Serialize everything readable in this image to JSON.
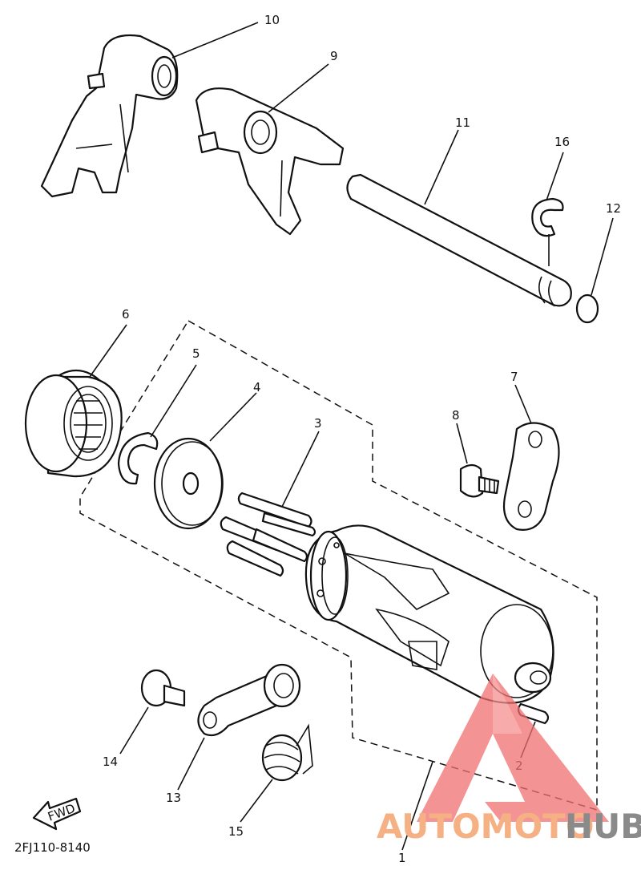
{
  "callouts": [
    {
      "id": "10",
      "label": "10"
    },
    {
      "id": "9",
      "label": "9"
    },
    {
      "id": "11",
      "label": "11"
    },
    {
      "id": "16",
      "label": "16"
    },
    {
      "id": "12",
      "label": "12"
    },
    {
      "id": "6",
      "label": "6"
    },
    {
      "id": "5",
      "label": "5"
    },
    {
      "id": "4",
      "label": "4"
    },
    {
      "id": "3",
      "label": "3"
    },
    {
      "id": "7",
      "label": "7"
    },
    {
      "id": "8",
      "label": "8"
    },
    {
      "id": "14",
      "label": "14"
    },
    {
      "id": "13",
      "label": "13"
    },
    {
      "id": "15",
      "label": "15"
    },
    {
      "id": "2",
      "label": "2"
    },
    {
      "id": "1",
      "label": "1"
    }
  ],
  "diagram_code": "2FJ110-8140",
  "fwd_label": "FWD",
  "watermark": {
    "part1": "AUTOMOTO",
    "part2": "HUB",
    "color1": "#f5b183",
    "color2": "#8a8a8a",
    "logo_color": "#f07070"
  }
}
